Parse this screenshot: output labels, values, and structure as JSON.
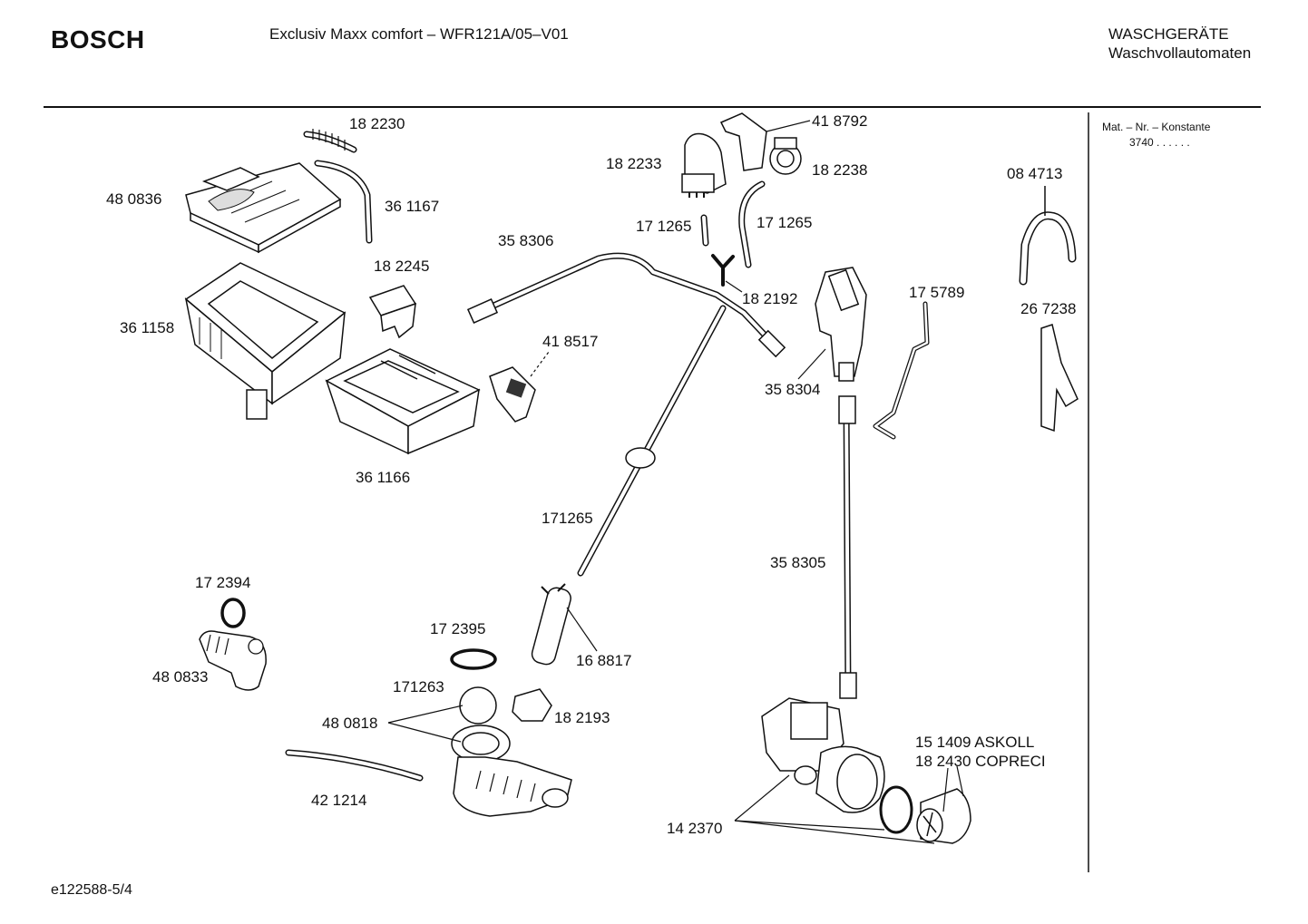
{
  "header": {
    "brand": "BOSCH",
    "model": "Exclusiv Maxx comfort – WFR121A/05–V01",
    "category_line1": "WASCHGERÄTE",
    "category_line2": "Waschvollautomaten"
  },
  "side_panel": {
    "title": "Mat. – Nr. – Konstante",
    "value": "3740  .  .  .  .  .  ."
  },
  "footer": {
    "code": "e122588-5/4"
  },
  "labels": {
    "p182230": "18 2230",
    "p480836": "48 0836",
    "p361167": "36 1167",
    "p182245": "18 2245",
    "p361158": "36 1158",
    "p361166": "36 1166",
    "p418517": "41 8517",
    "p358306": "35 8306",
    "p418792": "41 8792",
    "p182233": "18 2233",
    "p182238": "18 2238",
    "p171265a": "17 1265",
    "p171265b": "17 1265",
    "p182192": "18 2192",
    "p171265c": "171265",
    "p358304": "35 8304",
    "p175789": "17 5789",
    "p358305": "35 8305",
    "p084713": "08 4713",
    "p267238": "26 7238",
    "p172394": "17 2394",
    "p480833": "48 0833",
    "p172395": "17 2395",
    "p171263": "171263",
    "p480818": "48 0818",
    "p168817": "16 8817",
    "p182193": "18 2193",
    "p421214": "42 1214",
    "p151409": "15 1409  ASKOLL",
    "p182430": "18 2430  COPRECI",
    "p142370": "14 2370"
  }
}
